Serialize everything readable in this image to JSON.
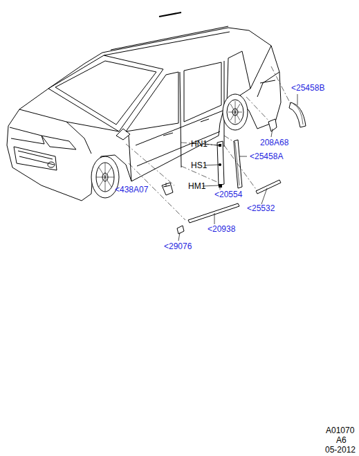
{
  "diagram": {
    "labels": [
      "<25458B",
      "208A68",
      "HN1",
      "<25458A",
      "HS1",
      "HM1",
      "<438A07",
      "<20554",
      "<25532",
      "<20938",
      "<29076",
      "A01070",
      "A6",
      "05-2012"
    ]
  }
}
